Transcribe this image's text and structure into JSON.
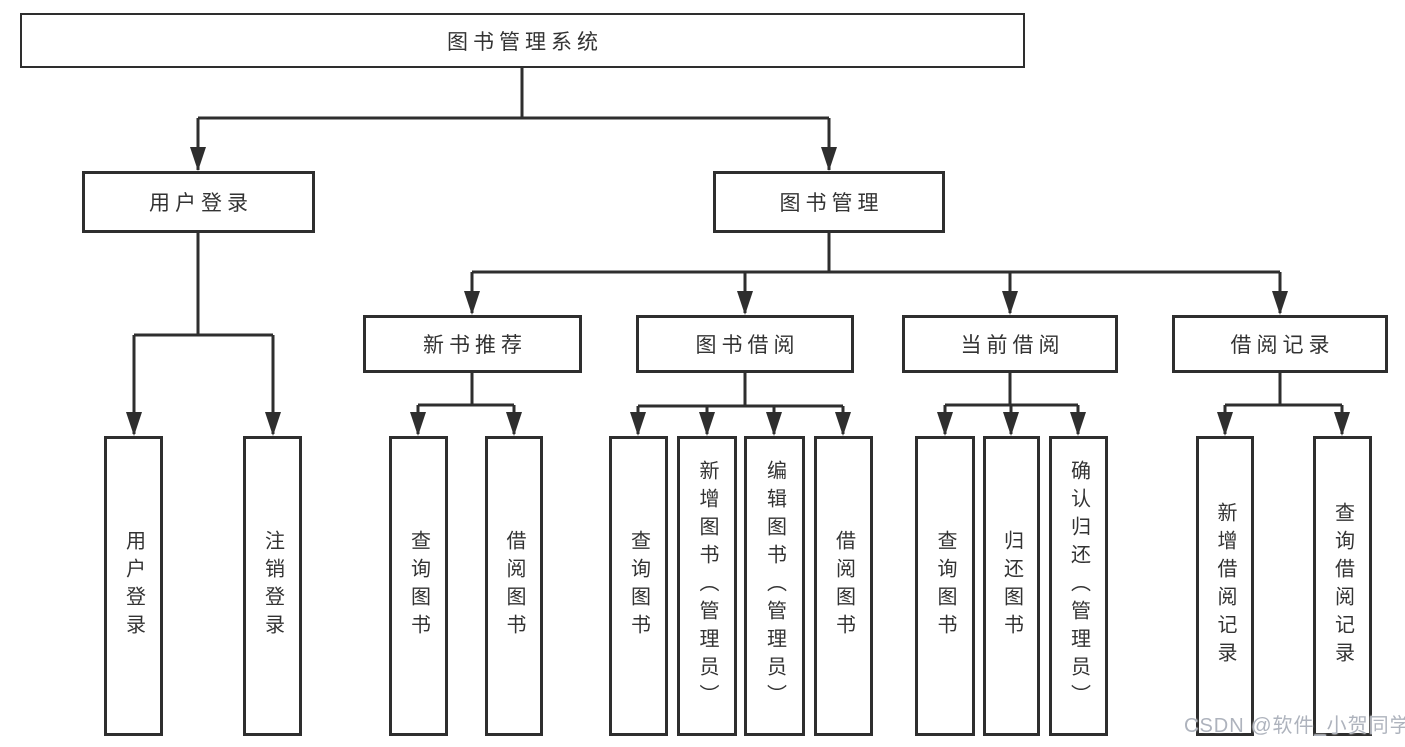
{
  "tree": {
    "label": "图书管理系统",
    "children": [
      {
        "label": "用户登录",
        "children": [
          {
            "label": "用户登录"
          },
          {
            "label": "注销登录"
          }
        ]
      },
      {
        "label": "图书管理",
        "children": [
          {
            "label": "新书推荐",
            "children": [
              {
                "label": "查询图书"
              },
              {
                "label": "借阅图书"
              }
            ]
          },
          {
            "label": "图书借阅",
            "children": [
              {
                "label": "查询图书"
              },
              {
                "label": "新增图书（管理员）"
              },
              {
                "label": "编辑图书（管理员）"
              },
              {
                "label": "借阅图书"
              }
            ]
          },
          {
            "label": "当前借阅",
            "children": [
              {
                "label": "查询图书"
              },
              {
                "label": "归还图书"
              },
              {
                "label": "确认归还（管理员）"
              }
            ]
          },
          {
            "label": "借阅记录",
            "children": [
              {
                "label": "新增借阅记录"
              },
              {
                "label": "查询借阅记录"
              }
            ]
          }
        ]
      }
    ]
  },
  "watermark": "CSDN @软件_小贺同学",
  "colors": {
    "line": "#2e2e2e",
    "box_border": "#2e2e2e",
    "text": "#333333",
    "watermark_text": "#aeb3bd",
    "background": "#ffffff"
  }
}
